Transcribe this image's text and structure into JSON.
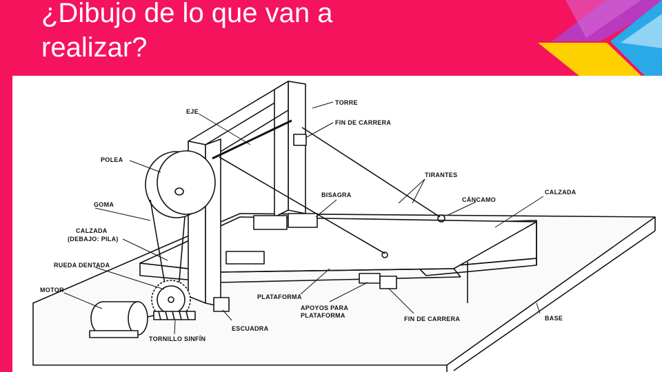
{
  "slide": {
    "title_line1": "¿Dibujo de lo que van a",
    "title_line2": "realizar?",
    "colors": {
      "background": "#f5135e",
      "accent_purple": "#b33fc6",
      "accent_yellow": "#ffd000",
      "accent_blue": "#29a9e8"
    }
  },
  "diagram": {
    "labels": {
      "torre": "TORRE",
      "eje": "EJE",
      "fin_carrera_top": "FIN DE CARRERA",
      "polea": "POLEA",
      "tirantes": "TIRANTES",
      "bisagra": "BISAGRA",
      "cancamo": "CÁNCAMO",
      "calzada": "CALZADA",
      "goma": "GOMA",
      "calzada_pila_1": "CALZADA",
      "calzada_pila_2": "(DEBAJO: PILA)",
      "rueda_dentada": "RUEDA DENTADA",
      "motor": "MOTOR",
      "plataforma": "PLATAFORMA",
      "apoyos_1": "APOYOS PARA",
      "apoyos_2": "PLATAFORMA",
      "fin_carrera_bottom": "FIN DE CARRERA",
      "base": "BASE",
      "escuadra": "ESCUADRA",
      "tornillo": "TORNILLO SINFÍN"
    }
  }
}
